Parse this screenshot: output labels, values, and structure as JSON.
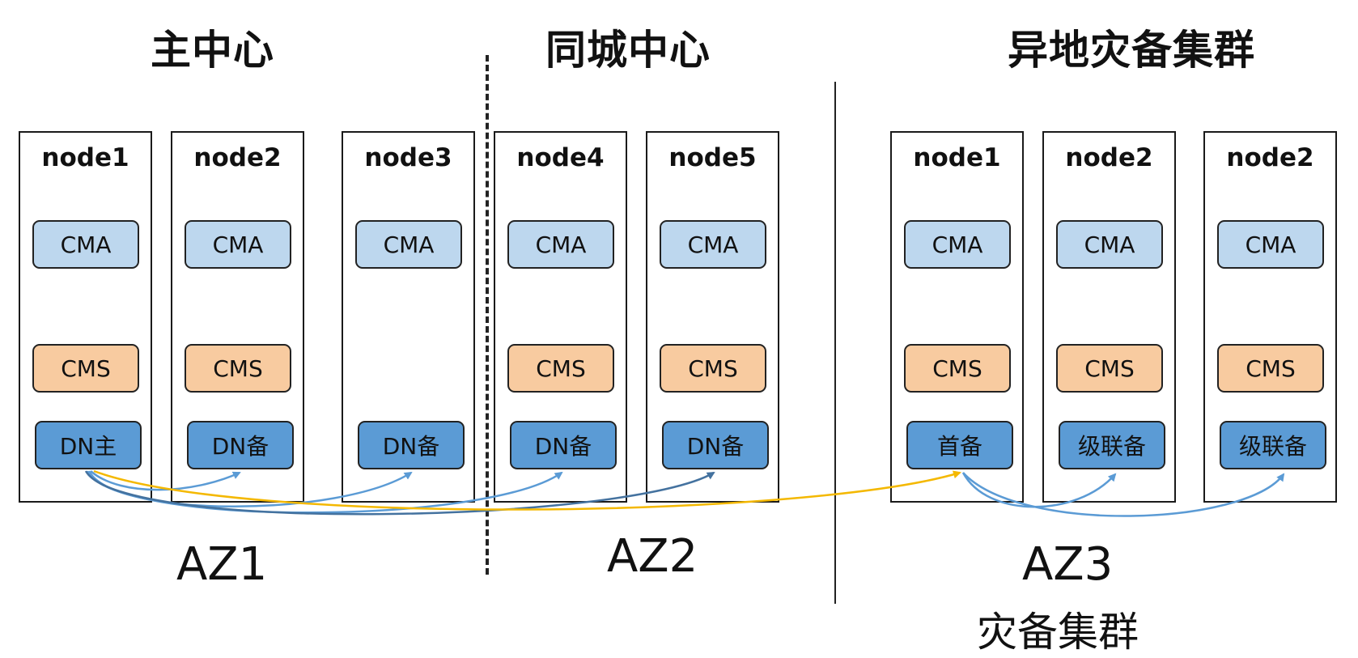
{
  "sections": {
    "primary": {
      "title": "主中心",
      "az": "AZ1"
    },
    "same_city": {
      "title": "同城中心",
      "az": "AZ2"
    },
    "remote": {
      "title": "异地灾备集群",
      "az": "AZ3",
      "subtitle": "灾备集群"
    }
  },
  "nodes": [
    {
      "label": "node1",
      "cma": "CMA",
      "cms": "CMS",
      "dn": "DN主"
    },
    {
      "label": "node2",
      "cma": "CMA",
      "cms": "CMS",
      "dn": "DN备"
    },
    {
      "label": "node3",
      "cma": "CMA",
      "cms": "",
      "dn": "DN备"
    },
    {
      "label": "node4",
      "cma": "CMA",
      "cms": "CMS",
      "dn": "DN备"
    },
    {
      "label": "node5",
      "cma": "CMA",
      "cms": "CMS",
      "dn": "DN备"
    },
    {
      "label": "node1",
      "cma": "CMA",
      "cms": "CMS",
      "dn": "首备"
    },
    {
      "label": "node2",
      "cma": "CMA",
      "cms": "CMS",
      "dn": "级联备"
    },
    {
      "label": "node2",
      "cma": "CMA",
      "cms": "CMS",
      "dn": "级联备"
    }
  ],
  "colors": {
    "cma_fill": "#bdd7ee",
    "cms_fill": "#f8cba0",
    "dn_fill": "#5b9bd5",
    "replication_arrow": "#5b9bd5",
    "primary_to_remote_arrow": "#f4b800",
    "cross_site_arrow": "#44729f"
  }
}
